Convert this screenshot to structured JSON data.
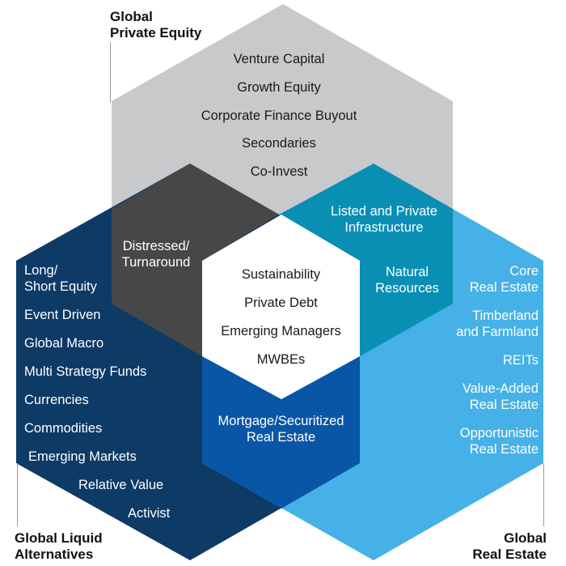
{
  "corners": {
    "private_equity": [
      "Global",
      "Private Equity"
    ],
    "liquid_alternatives": [
      "Global Liquid",
      "Alternatives"
    ],
    "real_estate": [
      "Global",
      "Real Estate"
    ]
  },
  "private_equity": {
    "items": [
      "Venture Capital",
      "Growth Equity",
      "Corporate Finance Buyout",
      "Secondaries",
      "Co-Invest"
    ]
  },
  "liquid_alternatives": {
    "items": [
      [
        "Long/",
        "Short Equity"
      ],
      [
        "Event Driven"
      ],
      [
        "Global Macro"
      ],
      [
        "Multi Strategy Funds"
      ],
      [
        "Currencies"
      ],
      [
        "Commodities"
      ],
      [
        "Emerging Markets"
      ],
      [
        "Relative Value"
      ],
      [
        "Activist"
      ]
    ]
  },
  "real_estate": {
    "items": [
      [
        "Core",
        "Real Estate"
      ],
      [
        "Timberland",
        "and Farmland"
      ],
      [
        "REITs"
      ],
      [
        "Value-Added",
        "Real Estate"
      ],
      [
        "Opportunistic",
        "Real Estate"
      ]
    ]
  },
  "overlaps": {
    "pe_liquid": [
      "Distressed/",
      "Turnaround"
    ],
    "pe_real_estate_top": [
      "Listed and Private",
      "Infrastructure"
    ],
    "pe_real_estate_bottom": [
      "Natural",
      "Resources"
    ],
    "liquid_real_estate": [
      "Mortgage/Securitized",
      "Real Estate"
    ]
  },
  "center": {
    "items": [
      "Sustainability",
      "Private Debt",
      "Emerging Managers",
      "MWBEs"
    ]
  },
  "colors": {
    "private_equity": "#c8c9cb",
    "liquid_alternatives": "#0e3a66",
    "real_estate": "#46b1e6",
    "pe_liquid_overlap": "#474748",
    "pe_real_estate_overlap": "#0a8fb4",
    "liquid_real_estate_overlap": "#0a56a6",
    "center": "#ffffff"
  }
}
